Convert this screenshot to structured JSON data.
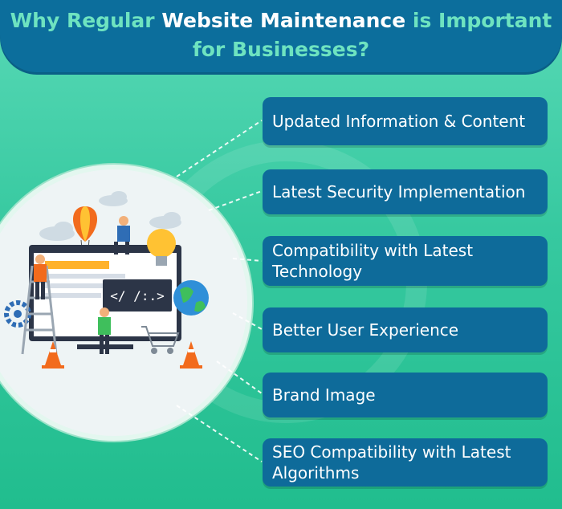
{
  "header": {
    "title_line1_a": "Why Regular ",
    "title_line1_b": "Website Maintenance",
    "title_line1_c": " is Important",
    "title_line2": "for Businesses?"
  },
  "illustration": {
    "code_tag": "</ /:.>",
    "icons": [
      "hot-air-balloon-icon",
      "lightbulb-icon",
      "globe-icon",
      "gear-icon",
      "shopping-cart-icon",
      "traffic-cone-icon",
      "cloud-icon",
      "worker-icon",
      "ladder-icon"
    ]
  },
  "benefits": [
    "Updated Information & Content",
    "Latest Security Implementation",
    "Compatibility with Latest Technology",
    "Better User Experience",
    "Brand Image",
    "SEO Compatibility with Latest Algorithms"
  ],
  "colors": {
    "header_bg": "#0c6e9c",
    "title_accent": "#6ee3c0",
    "card_bg": "#0e6b9a",
    "background": "#37c9a0"
  }
}
